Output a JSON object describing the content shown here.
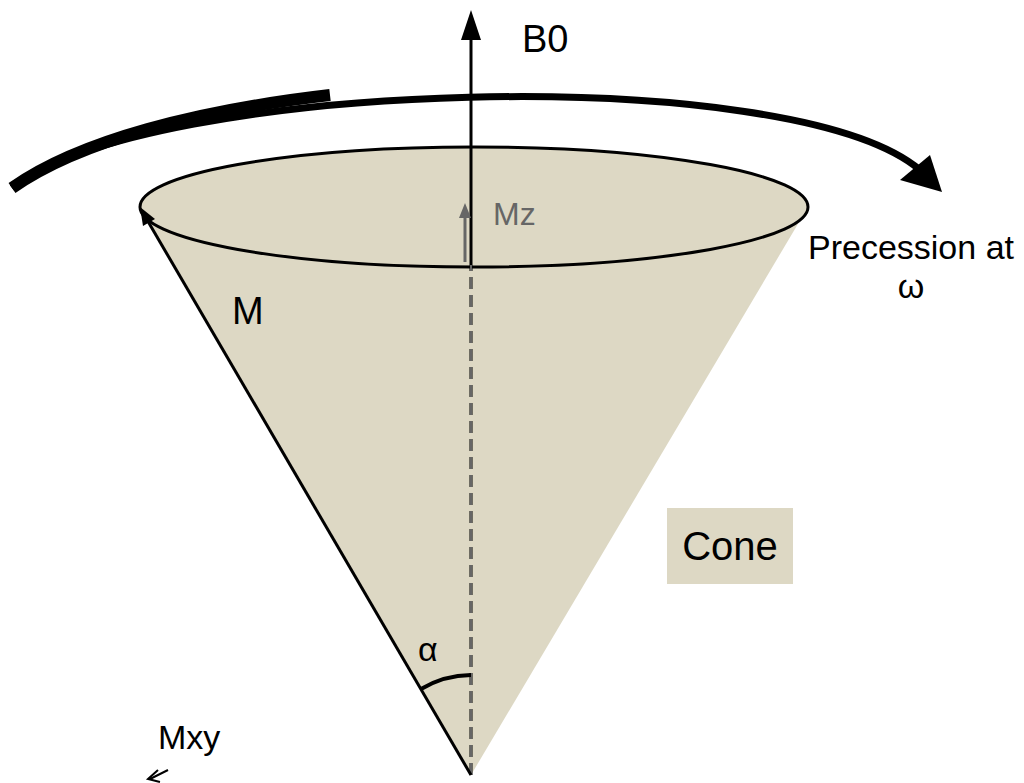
{
  "diagram": {
    "nodes": [
      {
        "text": [
          "Cone"
        ]
      }
    ],
    "labels": [
      "B0",
      "Mz",
      "Precession at ω",
      "M",
      "α",
      "Mxy"
    ]
  }
}
